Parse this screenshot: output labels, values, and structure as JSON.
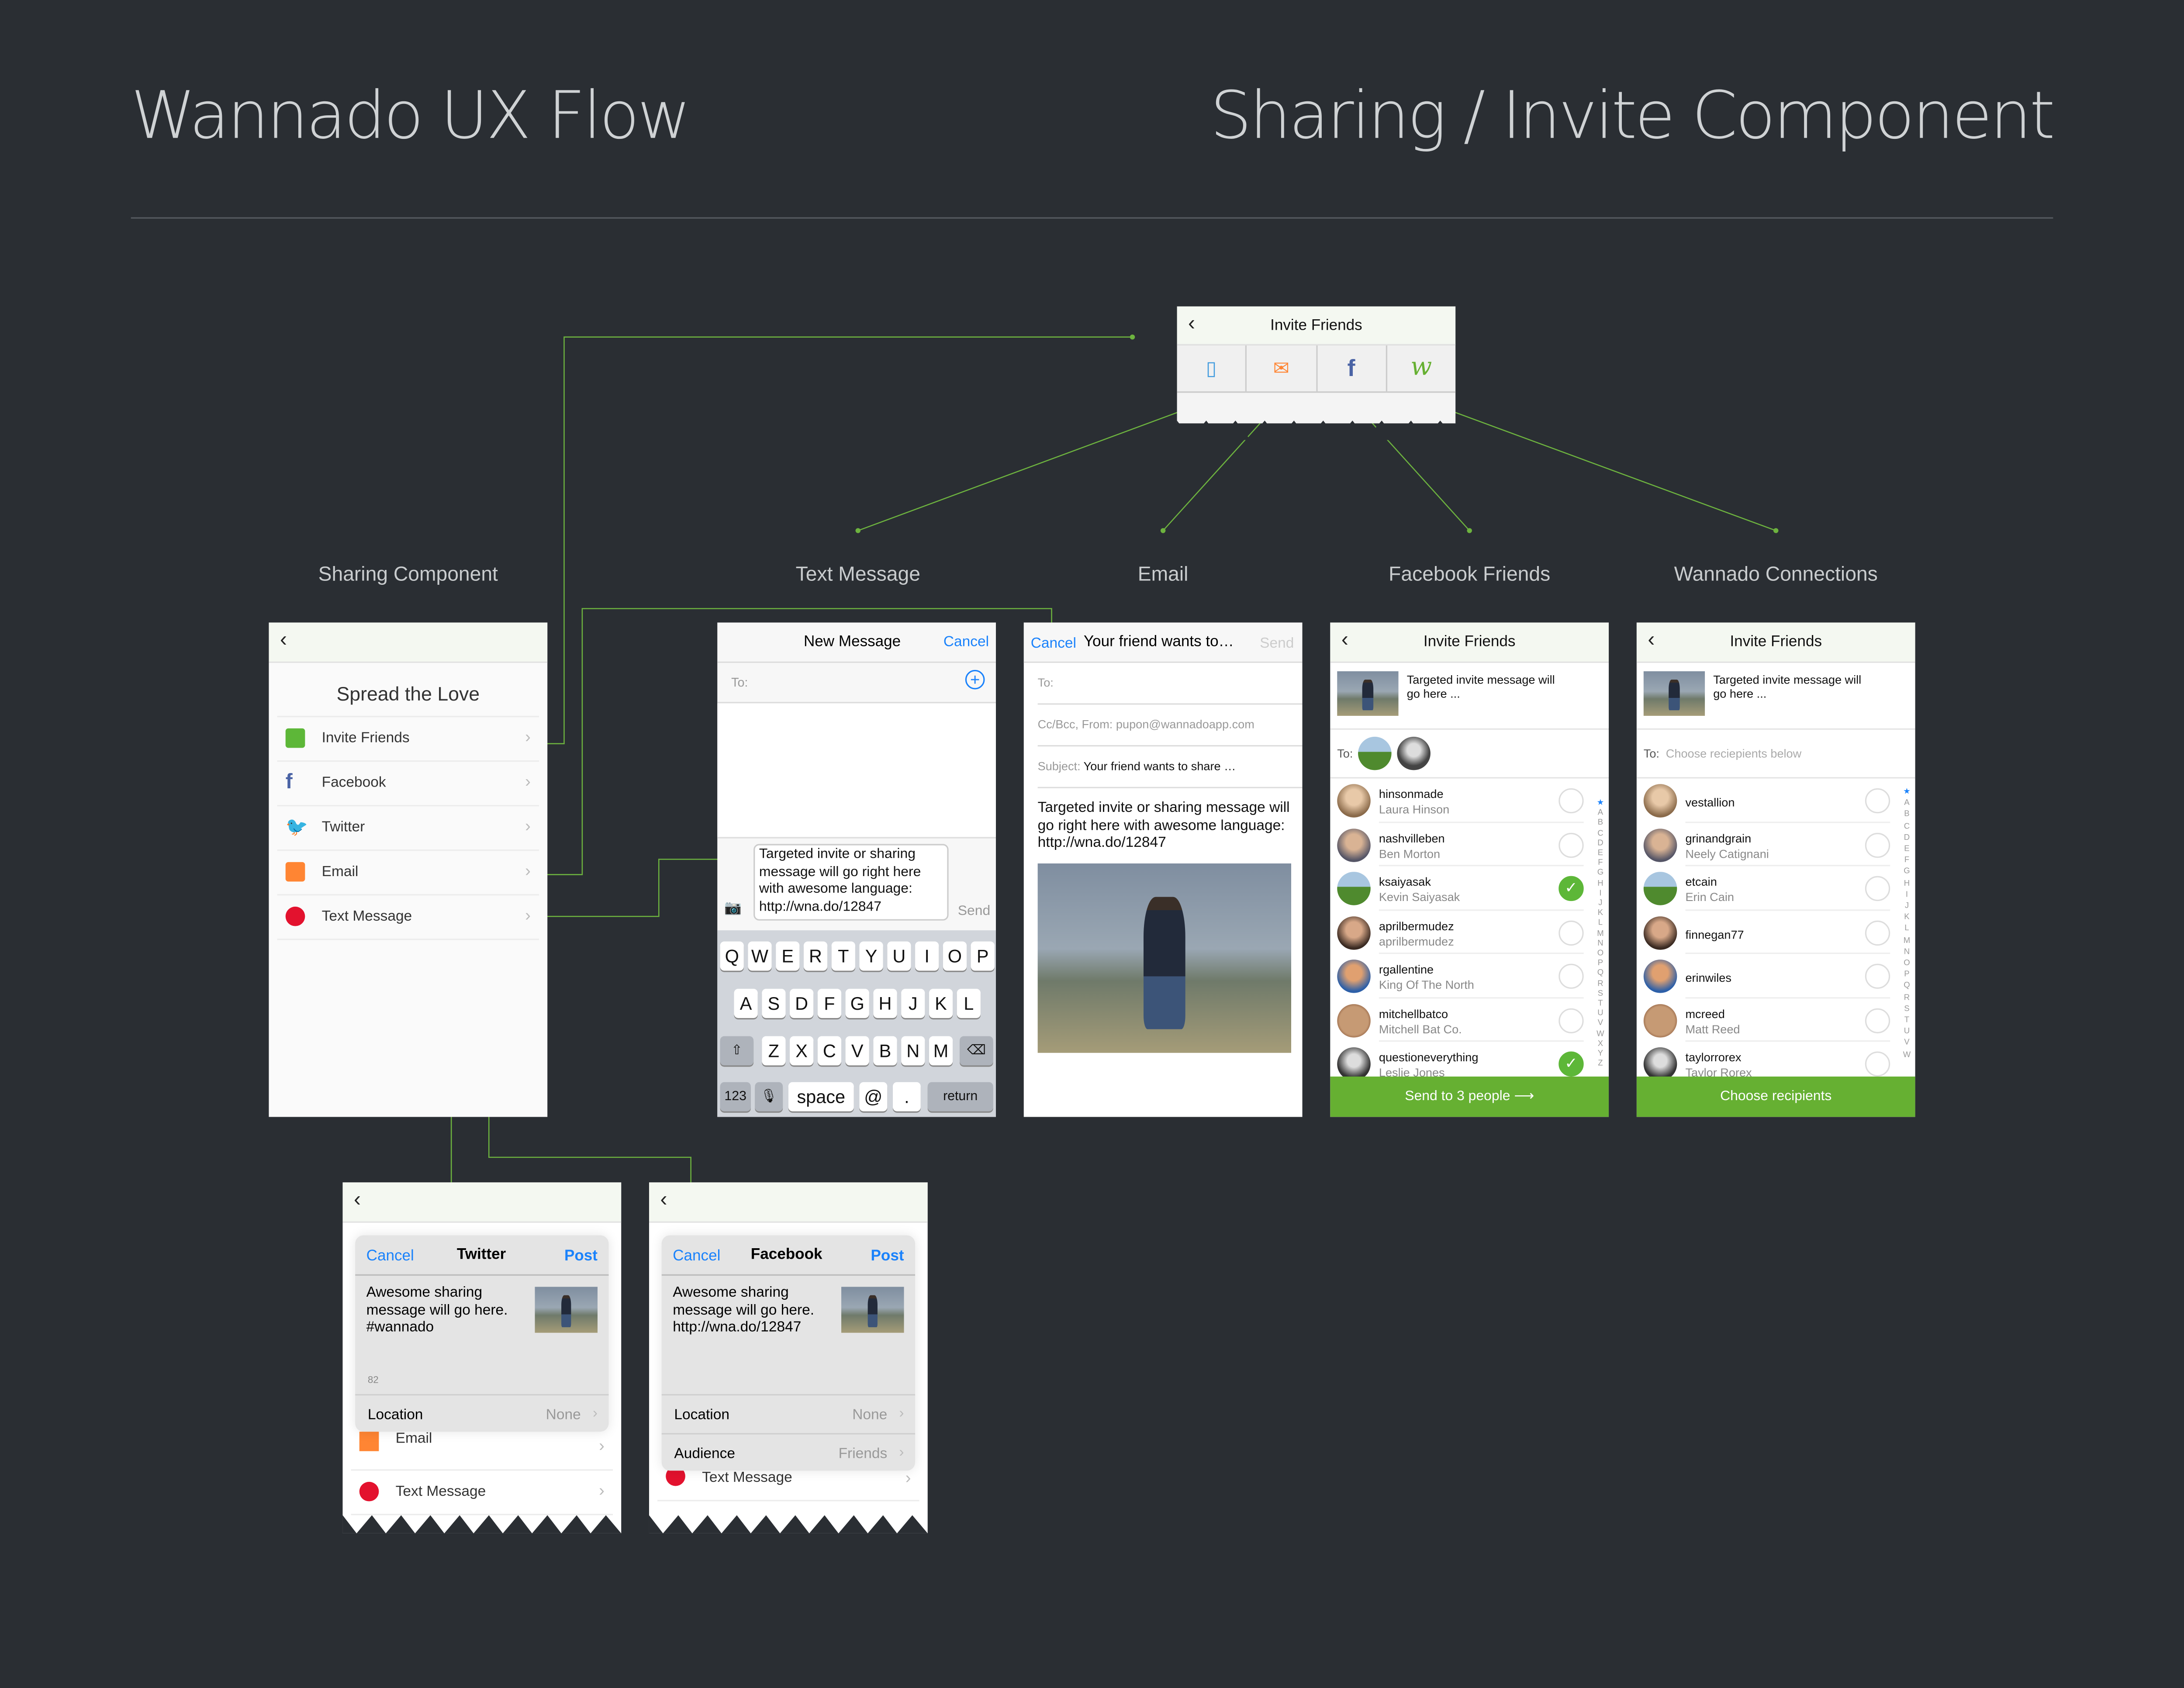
{
  "header": {
    "left_title": "Wannado UX Flow",
    "right_title": "Sharing / Invite Component"
  },
  "colors": {
    "background": "#2a2e33",
    "connector": "#6db33f",
    "ios_blue": "#1a82fb",
    "wannado_green": "#66b032",
    "facebook": "#4a63a5",
    "email_orange": "#ff8533",
    "text_red": "#e3122e",
    "twitter": "#1da1f2"
  },
  "top_card": {
    "title": "Invite Friends",
    "icons": [
      "text-message-icon",
      "email-icon",
      "facebook-icon",
      "wannado-icon"
    ]
  },
  "labels": [
    "Sharing Component",
    "Text Message",
    "Email",
    "Facebook Friends",
    "Wannado Connections"
  ],
  "sharing": {
    "heading": "Spread the Love",
    "items": [
      {
        "label": "Invite Friends",
        "icon": "contacts-book-icon"
      },
      {
        "label": "Facebook",
        "icon": "facebook-icon"
      },
      {
        "label": "Twitter",
        "icon": "twitter-icon"
      },
      {
        "label": "Email",
        "icon": "email-icon"
      },
      {
        "label": "Text Message",
        "icon": "text-bubble-icon"
      }
    ]
  },
  "text_message": {
    "title": "New Message",
    "cancel": "Cancel",
    "to_label": "To:",
    "body": "Targeted invite or sharing message will go right here with awesome language: http://wna.do/12847",
    "send": "Send",
    "keys_row1": [
      "Q",
      "W",
      "E",
      "R",
      "T",
      "Y",
      "U",
      "I",
      "O",
      "P"
    ],
    "keys_row2": [
      "A",
      "S",
      "D",
      "F",
      "G",
      "H",
      "J",
      "K",
      "L"
    ],
    "keys_row3": [
      "Z",
      "X",
      "C",
      "V",
      "B",
      "N",
      "M"
    ],
    "key_123": "123",
    "key_space": "space",
    "key_at": "@",
    "key_dot": ".",
    "key_return": "return"
  },
  "email": {
    "cancel": "Cancel",
    "title": "Your friend wants to…",
    "send": "Send",
    "to_label": "To:",
    "ccbcc_label": "Cc/Bcc, From:",
    "from_value": "pupon@wannadoapp.com",
    "subject_label": "Subject:",
    "subject_value": "Your friend wants to share …",
    "body": "Targeted invite or sharing message will go right here with awesome language: http://wna.do/12847"
  },
  "facebook_friends": {
    "title": "Invite Friends",
    "message": "Targeted invite message will go here ...",
    "to_label": "To:",
    "alphabet": [
      "★",
      "A",
      "B",
      "C",
      "D",
      "E",
      "F",
      "G",
      "H",
      "I",
      "J",
      "K",
      "L",
      "M",
      "N",
      "O",
      "P",
      "Q",
      "R",
      "S",
      "T",
      "U",
      "V",
      "W",
      "X",
      "Y",
      "Z"
    ],
    "friends": [
      {
        "username": "hinsonmade",
        "name": "Laura Hinson",
        "selected": false
      },
      {
        "username": "nashvilleben",
        "name": "Ben Morton",
        "selected": false
      },
      {
        "username": "ksaiyasak",
        "name": "Kevin Saiyasak",
        "selected": true
      },
      {
        "username": "aprilbermudez",
        "name": "aprilbermudez",
        "selected": false
      },
      {
        "username": "rgallentine",
        "name": "King Of The North",
        "selected": false
      },
      {
        "username": "mitchellbatco",
        "name": "Mitchell Bat Co.",
        "selected": false
      },
      {
        "username": "questioneverything",
        "name": "Leslie Jones",
        "selected": true
      }
    ],
    "cta": "Send to 3 people"
  },
  "wannado_connections": {
    "title": "Invite Friends",
    "message": "Targeted invite message will go here ...",
    "to_label": "To:",
    "to_placeholder": "Choose reciepients below",
    "alphabet": [
      "★",
      "A",
      "B",
      "C",
      "D",
      "E",
      "F",
      "G",
      "H",
      "I",
      "J",
      "K",
      "L",
      "M",
      "N",
      "O",
      "P",
      "Q",
      "R",
      "S",
      "T",
      "U",
      "V",
      "W"
    ],
    "friends": [
      {
        "username": "vestallion",
        "name": "",
        "selected": false
      },
      {
        "username": "grinandgrain",
        "name": "Neely Catignani",
        "selected": false
      },
      {
        "username": "etcain",
        "name": "Erin Cain",
        "selected": false
      },
      {
        "username": "finnegan77",
        "name": "",
        "selected": false
      },
      {
        "username": "erinwiles",
        "name": "",
        "selected": false
      },
      {
        "username": "mcreed",
        "name": "Matt Reed",
        "selected": false
      },
      {
        "username": "taylorrorex",
        "name": "Taylor Rorex",
        "selected": false
      }
    ],
    "cta": "Choose recipients"
  },
  "twitter_sheet": {
    "cancel": "Cancel",
    "title": "Twitter",
    "post": "Post",
    "body": "Awesome sharing message will go here. #wannado",
    "count": "82",
    "location_label": "Location",
    "location_value": "None",
    "behind_items": [
      "Email",
      "Text Message"
    ]
  },
  "facebook_sheet": {
    "cancel": "Cancel",
    "title": "Facebook",
    "post": "Post",
    "body": "Awesome sharing message will go here. http://wna.do/12847",
    "location_label": "Location",
    "location_value": "None",
    "audience_label": "Audience",
    "audience_value": "Friends",
    "behind_items": [
      "Text Message"
    ]
  }
}
